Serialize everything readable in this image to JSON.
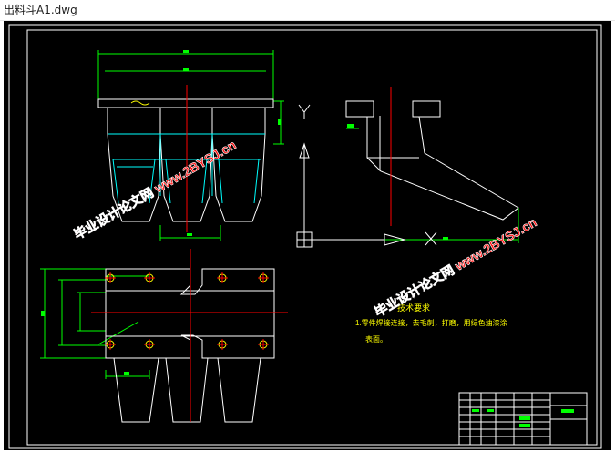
{
  "window": {
    "title": "出料斗A1.dwg"
  },
  "drawing": {
    "watermark_text": "毕业设计论文网 www.2BYSJ.cn",
    "tech_requirements": {
      "heading": "技术要求",
      "line1": "1.零件焊接连接，去毛刺，打磨，用绿色油漆涂",
      "line2": "表面。"
    },
    "colors": {
      "background": "#000000",
      "border": "#ffffff",
      "dimension": "#00ff00",
      "centerline": "#ff0000",
      "hidden": "#00ffff",
      "watermark": "#ff1010"
    }
  }
}
